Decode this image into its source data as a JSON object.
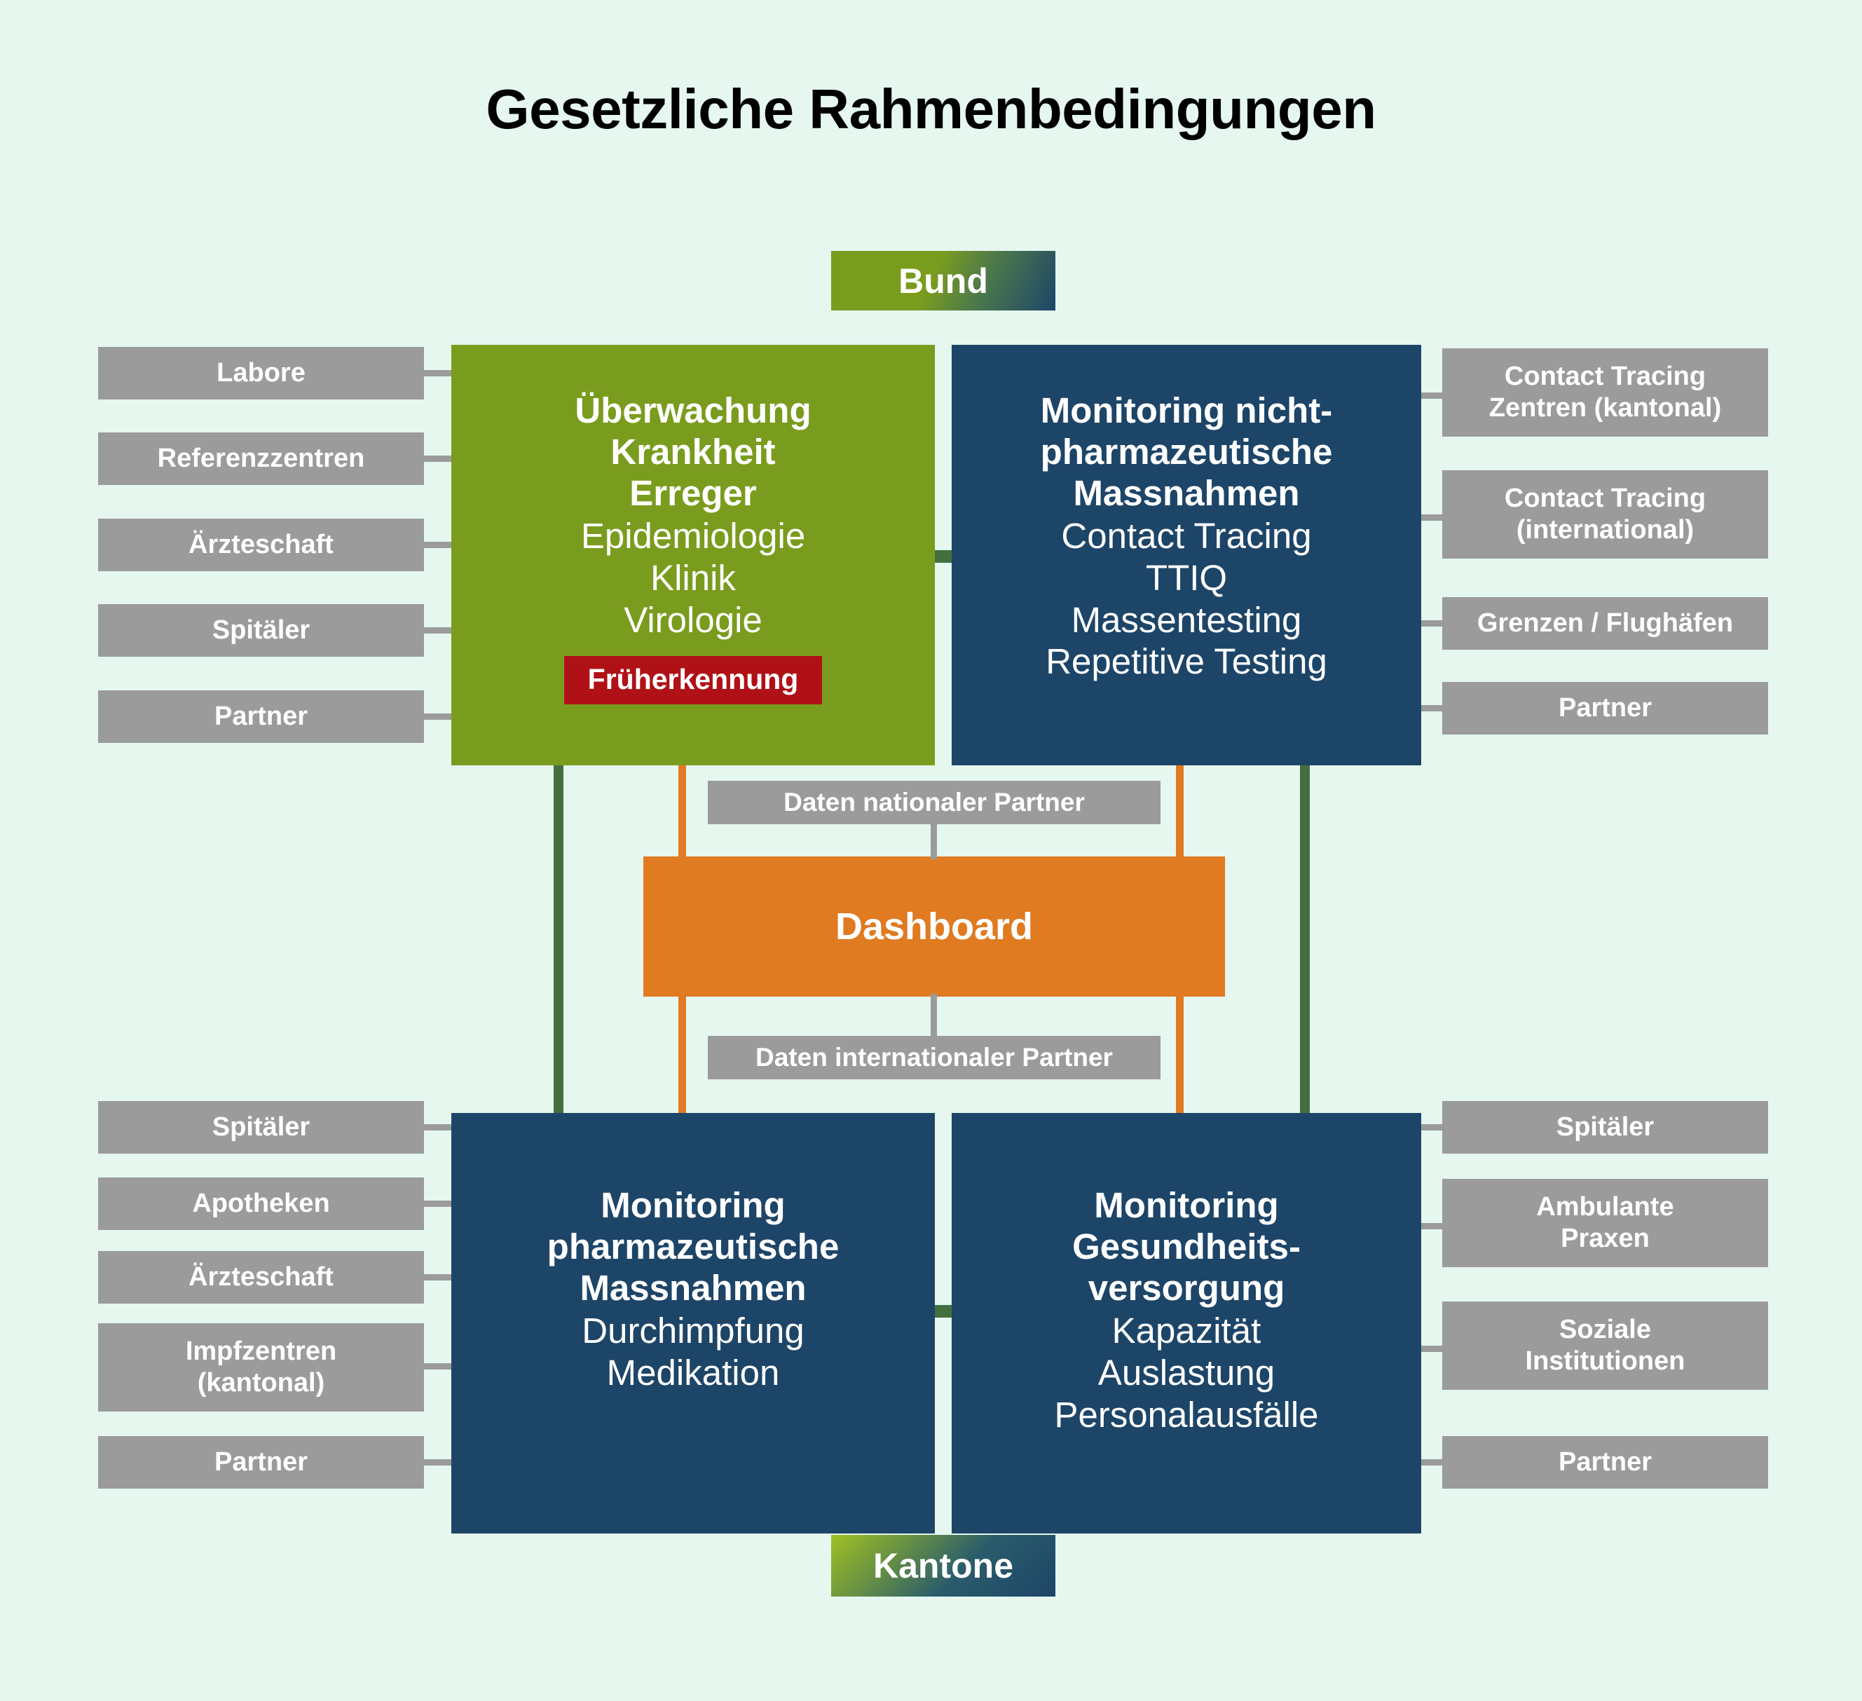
{
  "title": "Gesetzliche Rahmenbedingungen",
  "colors": {
    "background": "#e5f7ef",
    "green": "#7a9c1e",
    "navy": "#1d4568",
    "orange": "#e07b21",
    "grey": "#9b9b9b",
    "red": "#b01116",
    "dark_green_line": "#43703e"
  },
  "authorities": {
    "top": "Bund",
    "bottom": "Kantone"
  },
  "panels": {
    "surveillance": {
      "title_lines": [
        "Überwachung",
        "Krankheit",
        "Erreger"
      ],
      "items": [
        "Epidemiologie",
        "Klinik",
        "Virologie"
      ],
      "badge": "Früherkennung"
    },
    "npi": {
      "title_lines": [
        "Monitoring nicht-",
        "pharmazeutische",
        "Massnahmen"
      ],
      "items": [
        "Contact Tracing",
        "TTIQ",
        "Massentesting",
        "Repetitive Testing"
      ]
    },
    "pharma": {
      "title_lines": [
        "Monitoring",
        "pharmazeutische",
        "Massnahmen"
      ],
      "items": [
        "Durchimpfung",
        "Medikation"
      ]
    },
    "healthcare": {
      "title_lines": [
        "Monitoring",
        "Gesundheits-",
        "versorgung"
      ],
      "items": [
        "Kapazität",
        "Auslastung",
        "Personalausfälle"
      ]
    }
  },
  "dashboard": {
    "label": "Dashboard",
    "data_national": "Daten nationaler Partner",
    "data_international": "Daten internationaler Partner"
  },
  "sources": {
    "top_left": [
      {
        "label": "Labore"
      },
      {
        "label": "Referenzzentren"
      },
      {
        "label": "Ärzteschaft"
      },
      {
        "label": "Spitäler"
      },
      {
        "label": "Partner"
      }
    ],
    "top_right": [
      {
        "label": "Contact Tracing\nZentren (kantonal)"
      },
      {
        "label": "Contact Tracing\n(international)"
      },
      {
        "label": "Grenzen / Flughäfen"
      },
      {
        "label": "Partner"
      }
    ],
    "bottom_left": [
      {
        "label": "Spitäler"
      },
      {
        "label": "Apotheken"
      },
      {
        "label": "Ärzteschaft"
      },
      {
        "label": "Impfzentren\n(kantonal)"
      },
      {
        "label": "Partner"
      }
    ],
    "bottom_right": [
      {
        "label": "Spitäler"
      },
      {
        "label": "Ambulante\nPraxen"
      },
      {
        "label": "Soziale\nInstitutionen"
      },
      {
        "label": "Partner"
      }
    ]
  }
}
